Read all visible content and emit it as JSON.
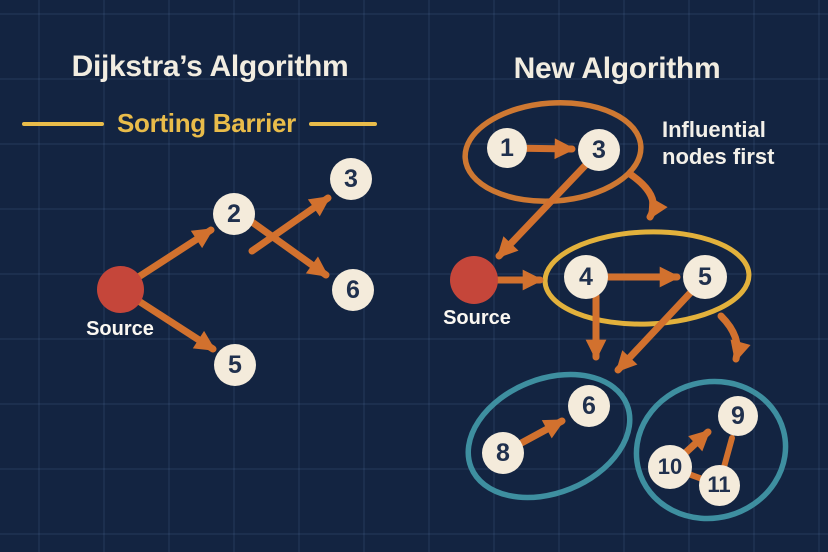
{
  "left_panel": {
    "title": "Dijkstra’s Algorithm",
    "barrier_label": "Sorting Barrier",
    "source_label": "Source",
    "nodes": [
      {
        "label": "2"
      },
      {
        "label": "3"
      },
      {
        "label": "6"
      },
      {
        "label": "5"
      }
    ],
    "edges": [
      "Source→2",
      "Source→5",
      "2→3",
      "2→6"
    ]
  },
  "right_panel": {
    "title": "New Algorithm",
    "annotation_line1": "Influential",
    "annotation_line2": "nodes first",
    "source_label": "Source",
    "groups": [
      {
        "name": "influential-group",
        "outline": "orange",
        "nodes": [
          {
            "label": "1"
          },
          {
            "label": "3"
          }
        ]
      },
      {
        "name": "frontier-group",
        "outline": "yellow",
        "nodes": [
          {
            "label": "4"
          },
          {
            "label": "5"
          }
        ]
      },
      {
        "name": "cluster-a",
        "outline": "teal",
        "nodes": [
          {
            "label": "8"
          },
          {
            "label": "6"
          }
        ]
      },
      {
        "name": "cluster-b",
        "outline": "teal",
        "nodes": [
          {
            "label": "9"
          },
          {
            "label": "10"
          },
          {
            "label": "11"
          }
        ]
      }
    ],
    "edges": [
      "1→3",
      "3→Source",
      "influential-group→frontier-group",
      "Source→4",
      "4→5",
      "4→cluster-a",
      "5→cluster-a",
      "frontier-group→cluster-b",
      "8→6",
      "10→9",
      "10–11",
      "11–9"
    ]
  },
  "colors": {
    "background": "#132441",
    "grid_line": "#2A4368",
    "node_fill": "#F4EBDB",
    "node_text": "#20304D",
    "arrow_orange": "#D2712E",
    "ellipse_orange": "#CE7832",
    "ellipse_yellow": "#E2B13C",
    "ellipse_teal": "#3E8FA0",
    "source_red": "#C5463A",
    "title_cream": "#F2EDE1",
    "barrier_yellow": "#E9BC4A"
  }
}
